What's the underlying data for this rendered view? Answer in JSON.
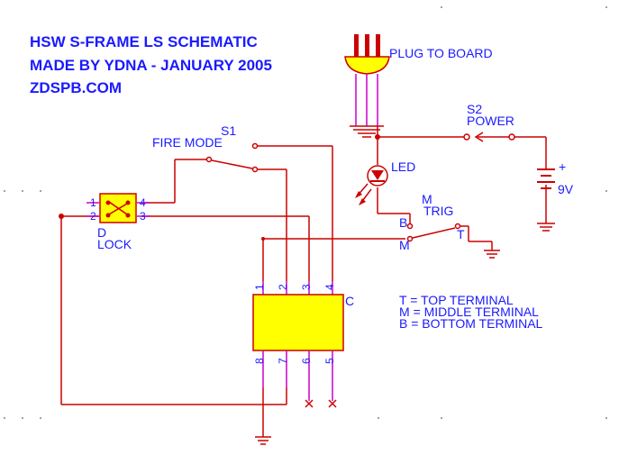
{
  "header": {
    "line1": "HSW S-FRAME LS SCHEMATIC",
    "line2": "MADE BY YDNA - JANUARY 2005",
    "line3": "ZDSPB.COM"
  },
  "labels": {
    "plug": "PLUG TO BOARD",
    "s2": "S2",
    "power": "POWER",
    "s1": "S1",
    "fire_mode": "FIRE MODE",
    "led": "LED",
    "battery": "9V",
    "battery_plus": "+",
    "trig_m": "M",
    "trig": "TRIG",
    "trig_b": "B",
    "trig_m2": "M",
    "trig_t": "T",
    "lock_d": "D",
    "lock": "LOCK",
    "chip": "C"
  },
  "lock_pins": [
    "1",
    "2",
    "4",
    "3"
  ],
  "chip_pins": {
    "top": [
      "1",
      "2",
      "3",
      "4"
    ],
    "bottom": [
      "8",
      "7",
      "6",
      "5"
    ]
  },
  "legend": [
    "T = TOP TERMINAL",
    "M = MIDDLE TERMINAL",
    "B = BOTTOM TERMINAL"
  ],
  "colors": {
    "text": "#1a1aff",
    "wire": "#cc0000",
    "pin": "#cc00cc",
    "component": "#ffff00",
    "junction": "#cc0000"
  }
}
